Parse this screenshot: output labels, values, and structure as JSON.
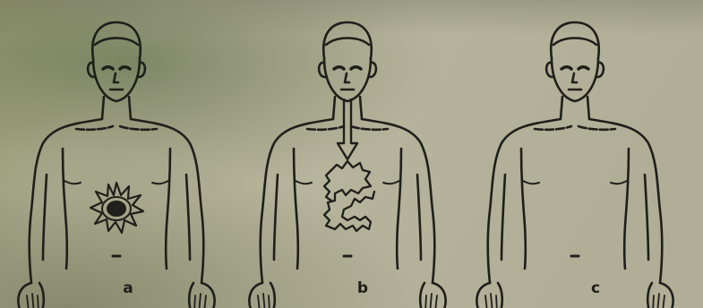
{
  "figures": [
    {
      "label": "a"
    },
    {
      "label": "b"
    },
    {
      "label": "c"
    }
  ]
}
